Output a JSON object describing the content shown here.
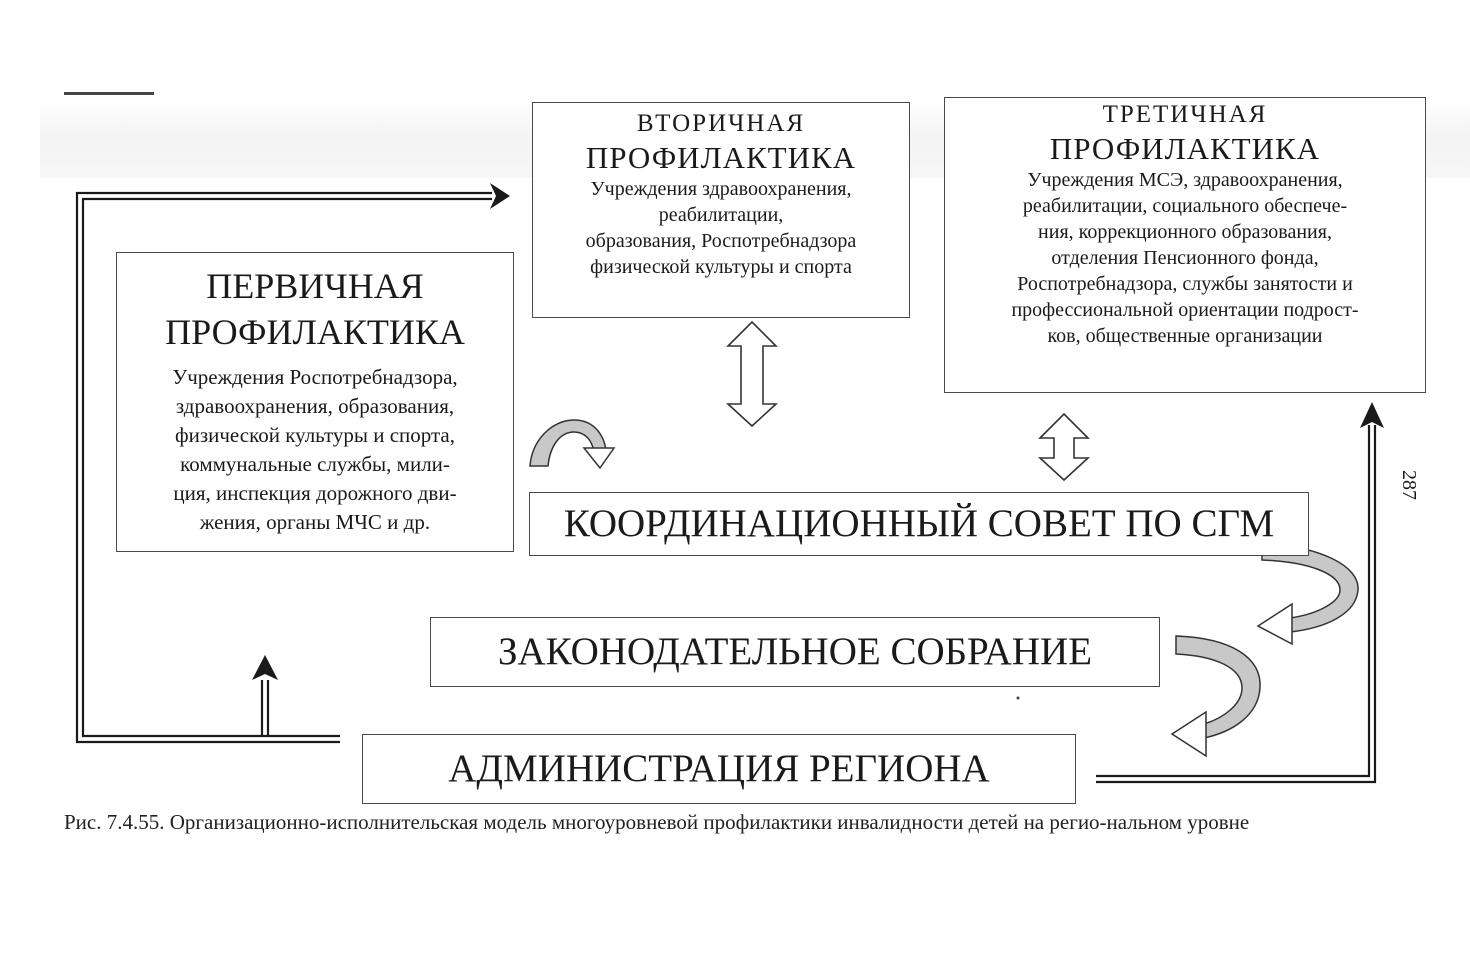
{
  "diagram": {
    "primary": {
      "heading_1": "ПЕРВИЧНАЯ",
      "heading_2": "ПРОФИЛАКТИКА",
      "body": "Учреждения Роспотребнадзора,\nздравоохранения, образования,\nфизической  культуры и спорта,\nкоммунальные службы, мили-\nция, инспекция дорожного дви-\nжения, органы МЧС и др."
    },
    "secondary": {
      "heading_1": "ВТОРИЧНАЯ",
      "heading_2": "ПРОФИЛАКТИКА",
      "body": "Учреждения здравоохранения,\nреабилитации,\nобразования, Роспотребнадзора\nфизической культуры и спорта"
    },
    "tertiary": {
      "heading_1": "ТРЕТИЧНАЯ",
      "heading_2": "ПРОФИЛАКТИКА",
      "body": "Учреждения МСЭ, здравоохранения,\nреабилитации,  социального обеспече-\nния,  коррекционного образования,\nотделения Пенсионного фонда,\nРоспотребнадзора,  службы занятости и\nпрофессиональной ориентации подрост-\nков, общественные организации"
    },
    "council": "КООРДИНАЦИОННЫЙ СОВЕТ ПО СГМ",
    "legislature": "ЗАКОНОДАТЕЛЬНОЕ СОБРАНИЕ",
    "administration": "АДМИНИСТРАЦИЯ РЕГИОНА"
  },
  "caption": "Рис.  7.4.55. Организационно-исполнительская модель многоуровневой профилактики инвалидности детей на регио-нальном уровне",
  "page_number": "287",
  "colors": {
    "line": "#1a1a1a",
    "box_border": "#4a4a4a",
    "curved_arrow_fill": "#c8c8c8"
  }
}
